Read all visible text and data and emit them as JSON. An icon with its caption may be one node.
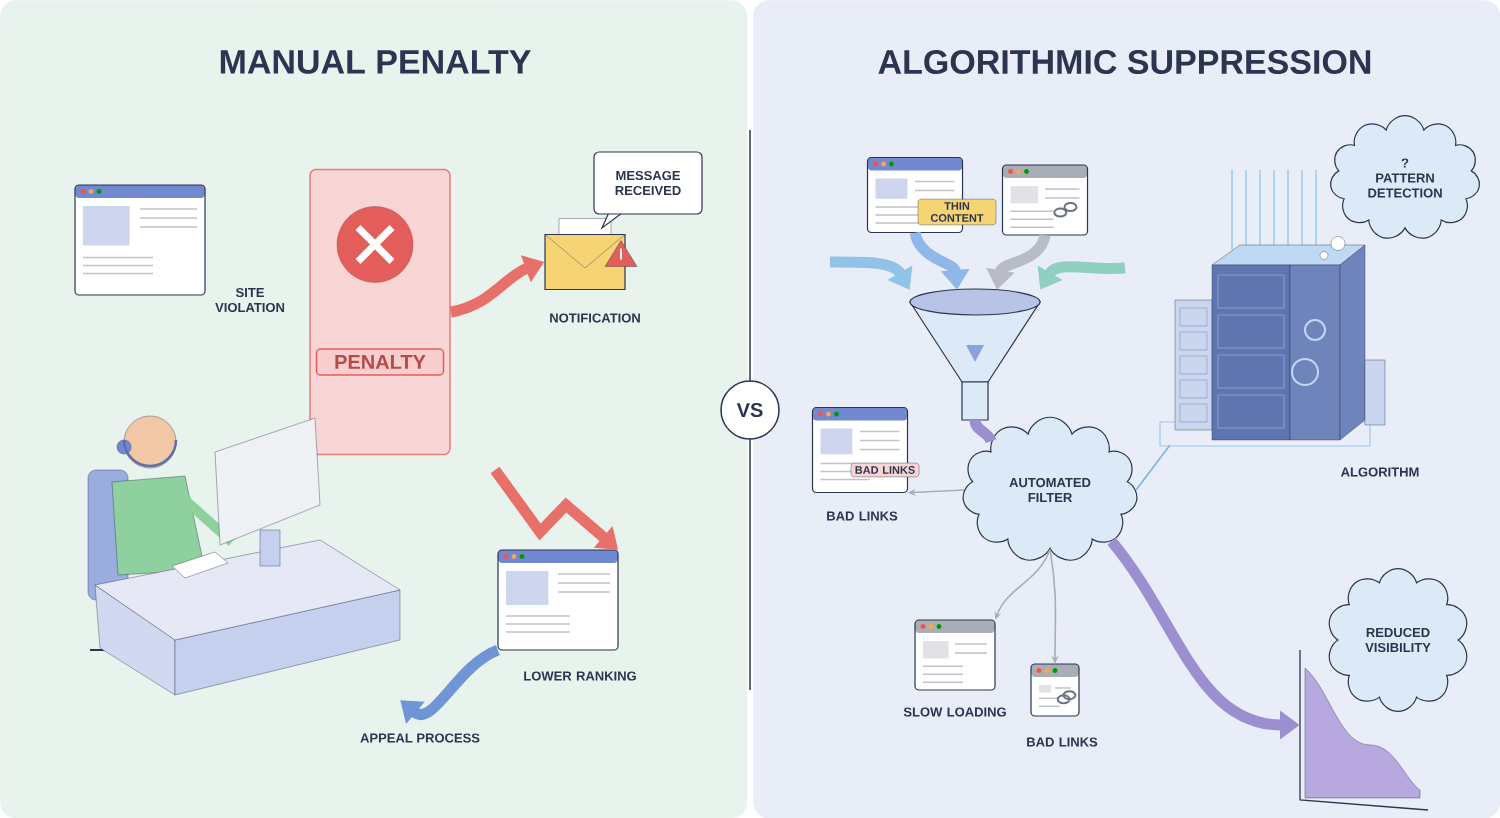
{
  "diagram": {
    "nodes": [
      {
        "text": [
          "MANUAL PENALTY"
        ]
      },
      {
        "text": [
          "ALGORITHMIC SUPPRESSION"
        ]
      },
      {
        "text": [
          "SITE VIOLATION"
        ],
        "in": 0
      },
      {
        "text": [
          "PENALTY"
        ],
        "in": 0
      },
      {
        "text": [
          "NOTIFICATION"
        ],
        "in": 0
      },
      {
        "text": [
          "MESSAGE RECEIVED"
        ],
        "in": 0
      },
      {
        "text": [
          "LOWER RANKING"
        ],
        "in": 0
      },
      {
        "text": [],
        "shape": "picture",
        "in": 0
      },
      {
        "text": [
          "VS"
        ]
      },
      {
        "text": [
          "THIN CONTENT"
        ],
        "in": 1
      },
      {
        "text": [],
        "shape": "picture",
        "in": 1
      },
      {
        "text": [],
        "shape": "funnel",
        "in": 1
      },
      {
        "text": [
          "AUTOMATED FILTER"
        ],
        "in": 1
      },
      {
        "text": [
          "ALGORITHM"
        ],
        "in": 1
      },
      {
        "text": [
          "?",
          "PATTERN DETECTION"
        ],
        "in": 1
      },
      {
        "text": [
          "BAD LINKS",
          "BAD LINKS"
        ],
        "in": 1
      },
      {
        "text": [
          "SLOW LOADING"
        ],
        "in": 1
      },
      {
        "text": [
          "BAD LINKS"
        ],
        "in": 1
      },
      {
        "text": [
          "REDUCED VISIBILITY"
        ],
        "in": 1
      }
    ],
    "edges": [
      {
        "from": 3,
        "to": 4,
        "arrow": "to",
        "color": "#e8706b"
      },
      {
        "from": null,
        "to": 6,
        "arrow": "to",
        "color": "#e8706b"
      },
      {
        "from": 6,
        "to": 7,
        "arrow": "to",
        "color": "#6f95d6",
        "label": "APPEAL PROCESS"
      },
      {
        "from": 9,
        "to": 11,
        "arrow": "to",
        "color": "#8fb8e8"
      },
      {
        "from": 10,
        "to": 11,
        "arrow": "to",
        "color": "#b8bcc8"
      },
      {
        "from": null,
        "to": 11,
        "arrow": "to",
        "color": "#8fc3e8"
      },
      {
        "from": null,
        "to": 11,
        "arrow": "to",
        "color": "#8fd0c0"
      },
      {
        "from": 11,
        "to": 12,
        "arrow": "none",
        "color": "#9b8fd0"
      },
      {
        "from": 13,
        "to": 12,
        "arrow": "none",
        "color": "#7fb3e0"
      },
      {
        "from": 12,
        "to": 15,
        "arrow": "to",
        "color": "#a8adb8"
      },
      {
        "from": 12,
        "to": 16,
        "arrow": "to",
        "color": "#a8adb8"
      },
      {
        "from": 12,
        "to": 17,
        "arrow": "to",
        "color": "#a8adb8"
      },
      {
        "from": 12,
        "to": 18,
        "arrow": "to",
        "color": "#9b8fd0"
      }
    ]
  }
}
